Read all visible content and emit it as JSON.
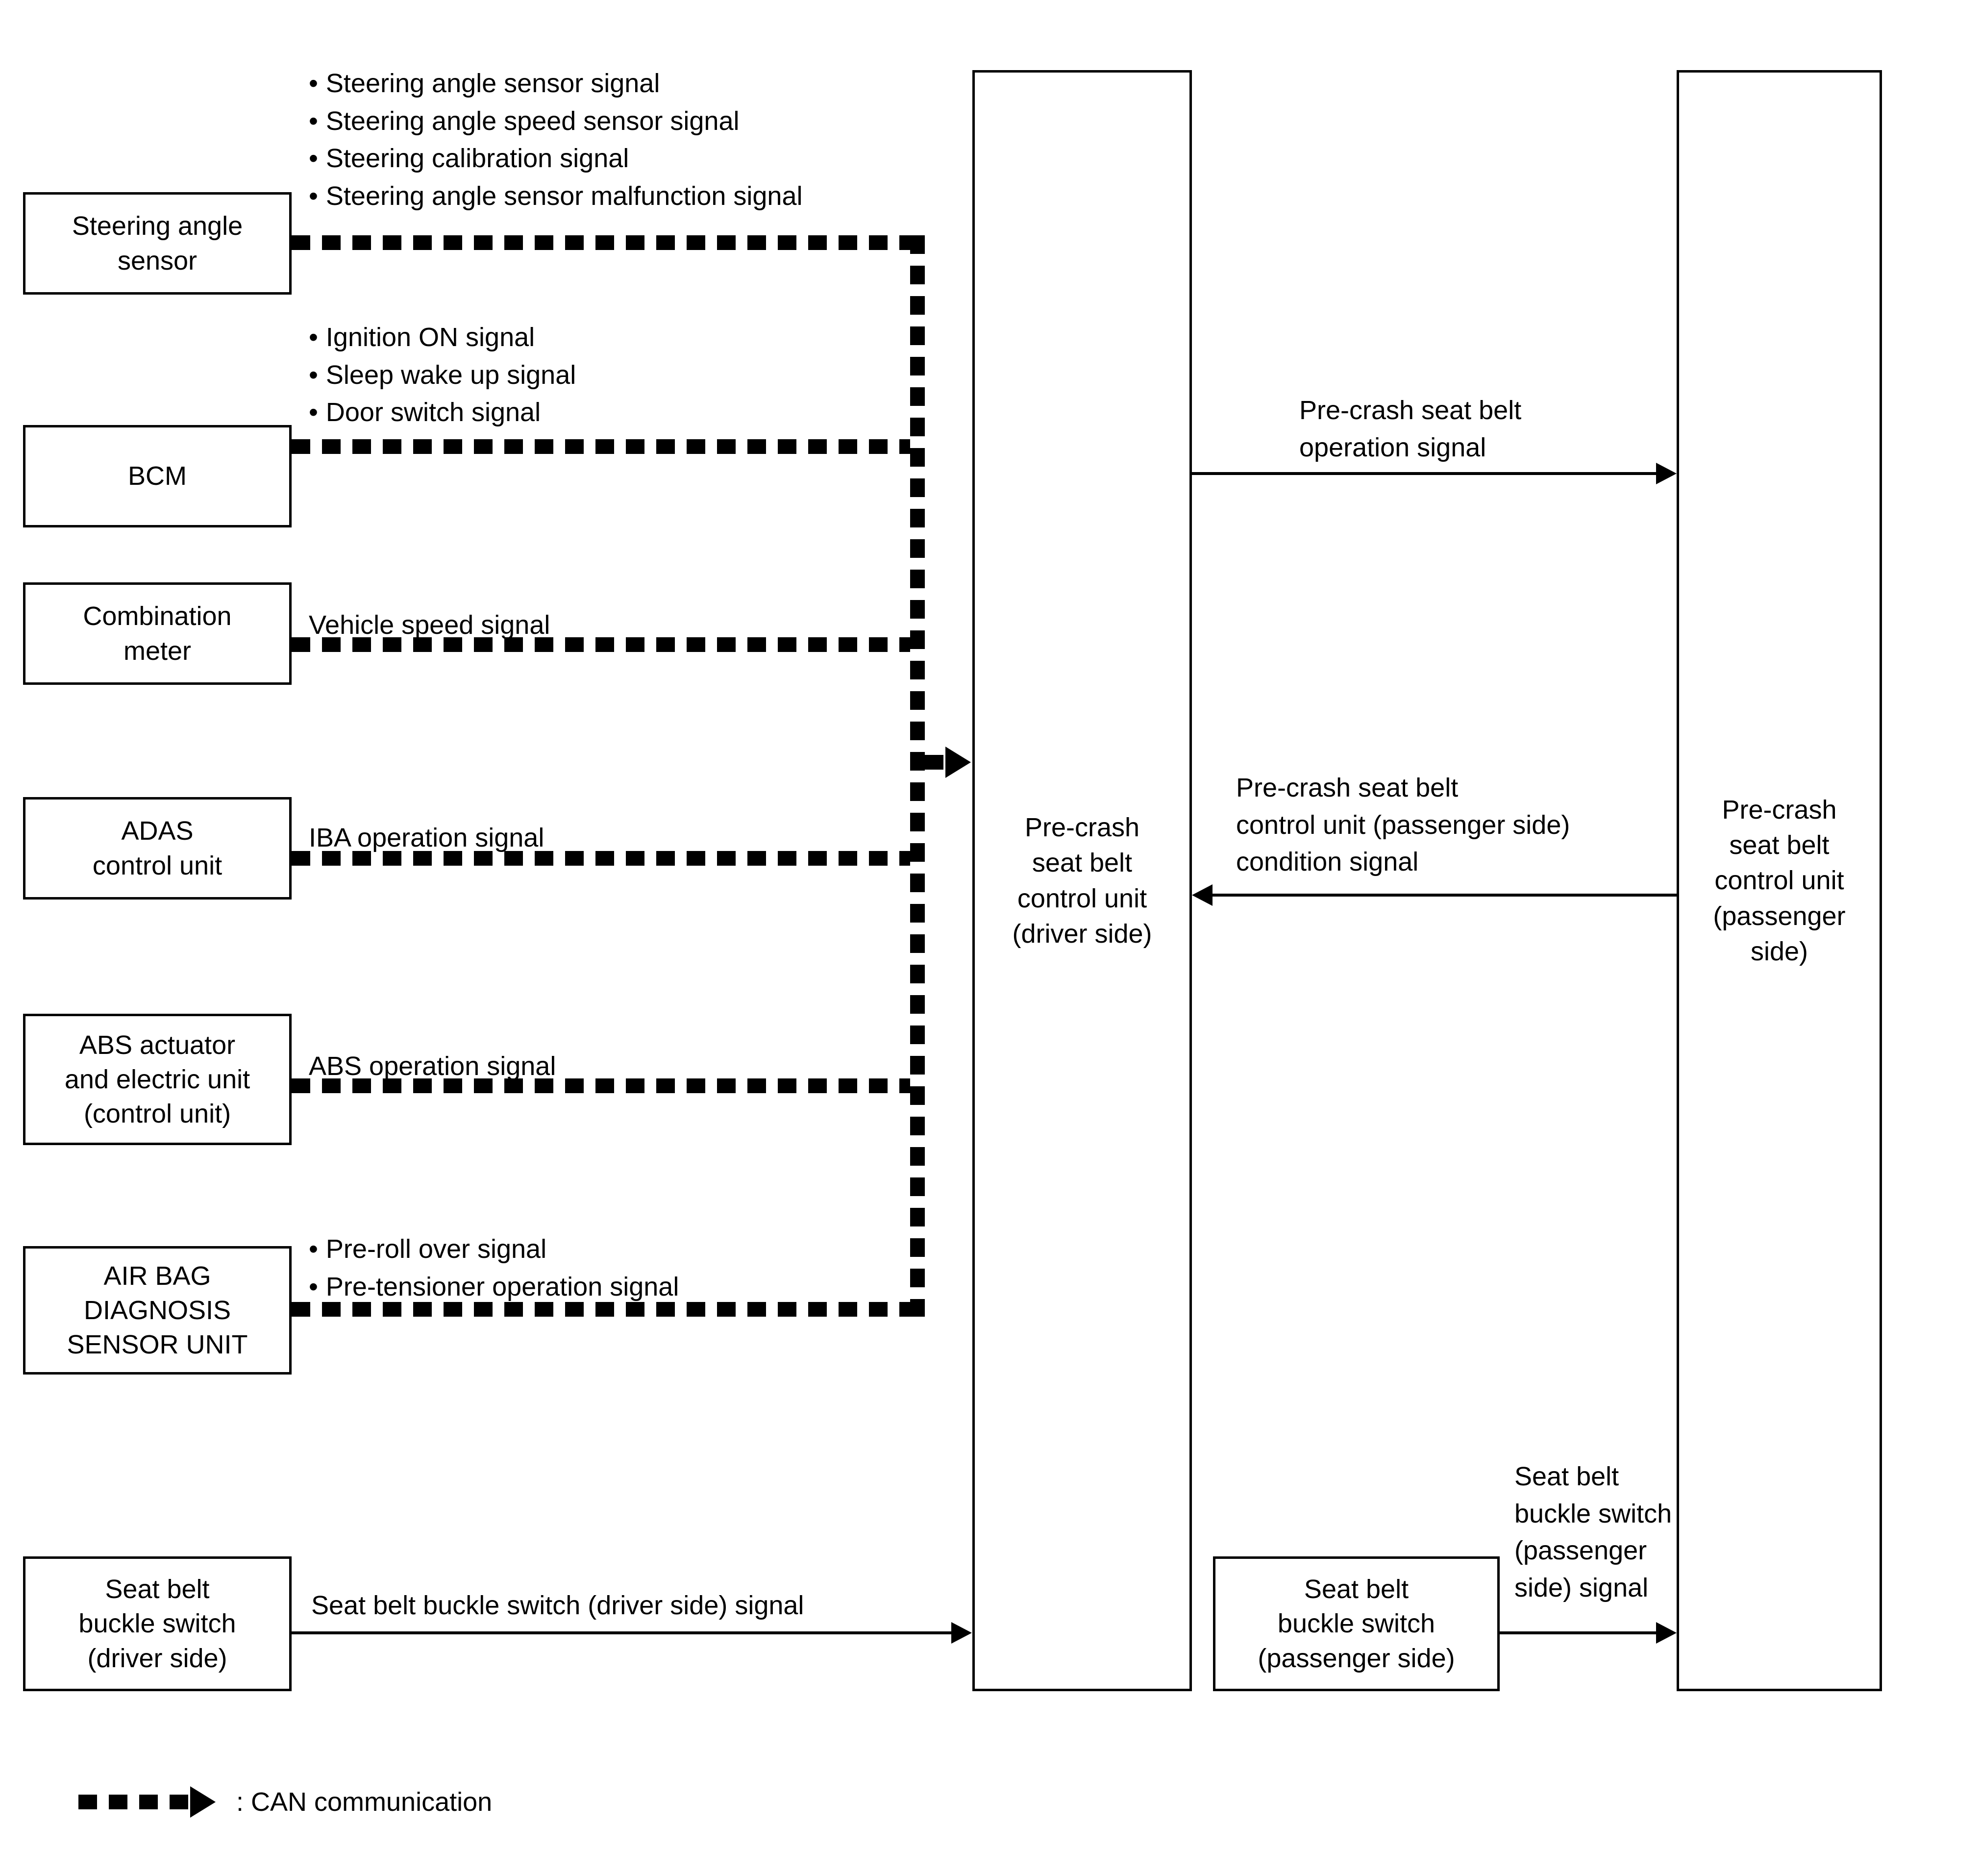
{
  "diagram": {
    "title": "Pre-crash seat belt system CAN communication diagram",
    "legend": {
      "icon": "can-bus-dashed-arrow-icon",
      "label": ": CAN communication"
    }
  },
  "left_units": [
    {
      "id": "steering-angle-sensor",
      "label": "Steering angle\nsensor"
    },
    {
      "id": "bcm",
      "label": "BCM"
    },
    {
      "id": "combination-meter",
      "label": "Combination\nmeter"
    },
    {
      "id": "adas-control-unit",
      "label": "ADAS\ncontrol unit"
    },
    {
      "id": "abs-actuator",
      "label": "ABS actuator\nand electric unit\n(control unit)"
    },
    {
      "id": "air-bag-diagnosis-sensor-unit",
      "label": "AIR BAG\nDIAGNOSIS\nSENSOR UNIT"
    },
    {
      "id": "seat-belt-buckle-switch-driver",
      "label": "Seat belt\nbuckle switch\n(driver side)"
    }
  ],
  "control_units": {
    "driver": {
      "id": "pre-crash-seat-belt-control-unit-driver",
      "label": "Pre-crash\nseat belt\ncontrol unit\n(driver side)"
    },
    "passenger": {
      "id": "pre-crash-seat-belt-control-unit-passenger",
      "label": "Pre-crash\nseat belt\ncontrol unit\n(passenger side)"
    },
    "passenger_buckle": {
      "id": "seat-belt-buckle-switch-passenger",
      "label": "Seat belt\nbuckle switch\n(passenger side)"
    }
  },
  "can_signals": {
    "steering": [
      "Steering angle sensor signal",
      "Steering angle speed sensor signal",
      "Steering calibration signal",
      "Steering angle sensor malfunction signal"
    ],
    "bcm": [
      "Ignition ON signal",
      "Sleep wake up signal",
      "Door switch signal"
    ],
    "combination_meter": "Vehicle speed signal",
    "adas": "IBA operation signal",
    "abs": "ABS operation signal",
    "air_bag": [
      "Pre-roll over signal",
      "Pre-tensioner operation signal"
    ]
  },
  "direct_signals": {
    "operation": "Pre-crash seat belt\noperation signal",
    "condition": "Pre-crash seat belt\ncontrol unit (passenger side)\ncondition signal",
    "buckle_driver": "Seat belt buckle switch (driver side) signal",
    "buckle_passenger": "Seat belt\nbuckle switch\n(passenger\nside) signal"
  },
  "colors": {
    "stroke": "#000000",
    "background": "#ffffff"
  }
}
